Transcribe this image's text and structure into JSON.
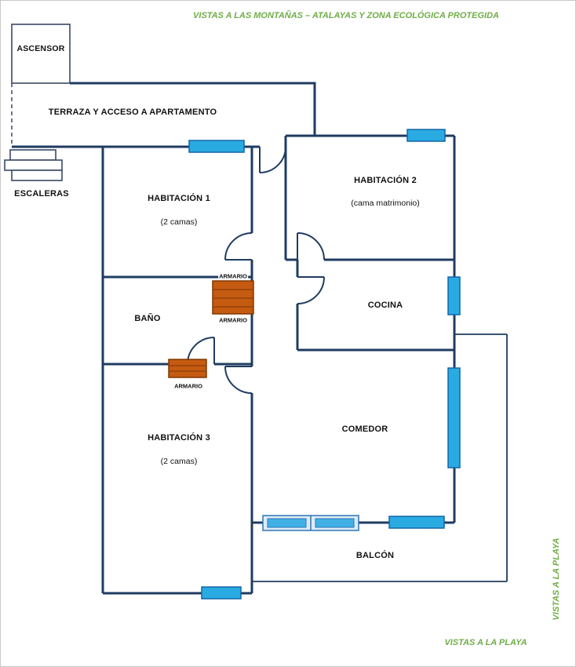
{
  "captions": {
    "top": "VISTAS A LAS MONTAÑAS – ATALAYAS Y ZONA ECOLÓGICA PROTEGIDA",
    "right_vertical": "VISTAS A LA PLAYA",
    "bottom_right": "VISTAS A LA PLAYA"
  },
  "areas": {
    "ascensor": "ASCENSOR",
    "terraza": "TERRAZA Y ACCESO A APARTAMENTO",
    "escaleras": "ESCALERAS",
    "habitacion1": {
      "name": "HABITACIÓN 1",
      "detail": "(2 camas)"
    },
    "habitacion2": {
      "name": "HABITACIÓN 2",
      "detail": "(cama matrimonio)"
    },
    "cocina": "COCINA",
    "bano": "BAÑO",
    "habitacion3": {
      "name": "HABITACIÓN 3",
      "detail": "(2 camas)"
    },
    "comedor": "COMEDOR",
    "balcon": "BALCÓN",
    "armario": "ARMARIO"
  },
  "colors": {
    "wall": "#1f3c61",
    "window_fill": "#29abe2",
    "window_border": "#1565a7",
    "sliding_door_fill": "#dcebf7",
    "armario_fill": "#c55a11",
    "armario_border": "#7f3900",
    "caption_green": "#70ad47",
    "label_text": "#111111"
  }
}
